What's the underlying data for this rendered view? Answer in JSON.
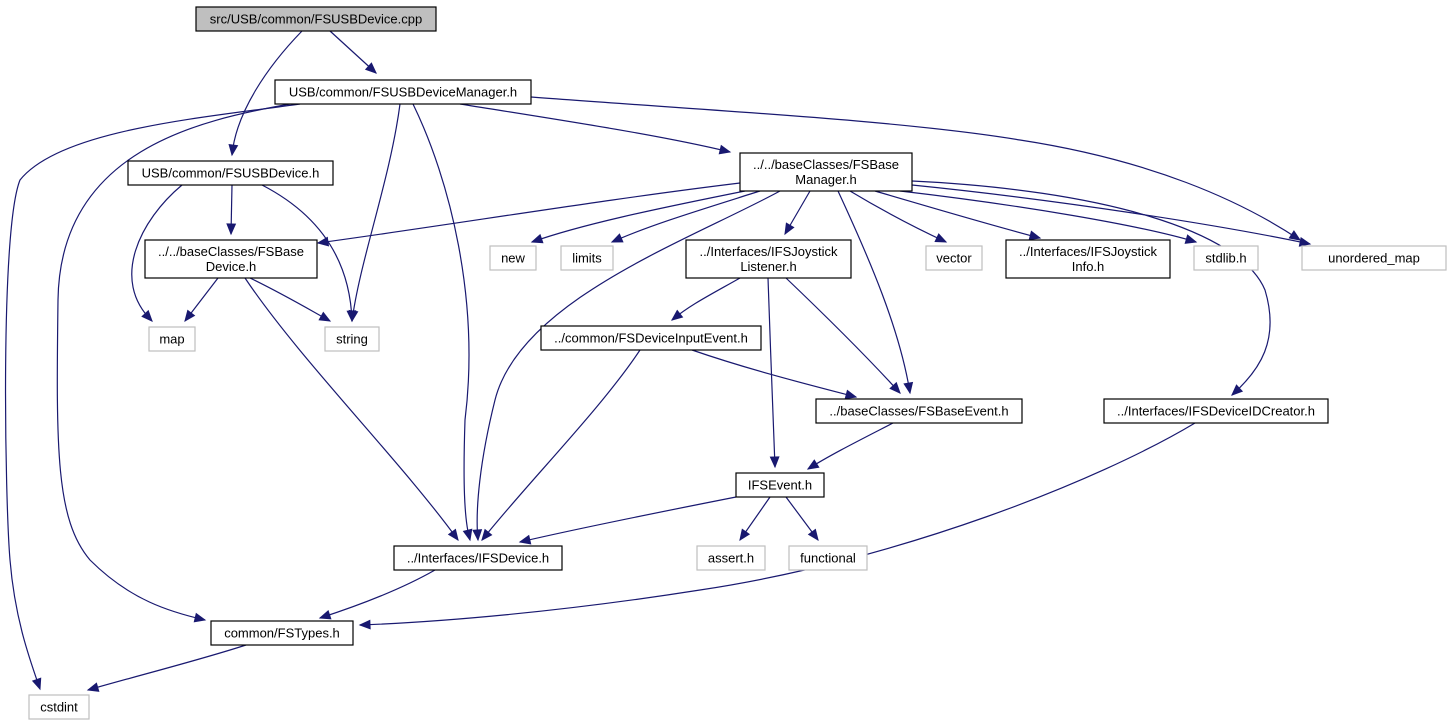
{
  "diagram": {
    "edge_color": "#191970",
    "nodes": [
      {
        "id": "root",
        "kind": "root",
        "lines": [
          "src/USB/common/FSUSBDevice.cpp"
        ]
      },
      {
        "id": "mgr",
        "kind": "main",
        "lines": [
          "USB/common/FSUSBDeviceManager.h"
        ]
      },
      {
        "id": "usbdev",
        "kind": "main",
        "lines": [
          "USB/common/FSUSBDevice.h"
        ]
      },
      {
        "id": "basemgr",
        "kind": "main",
        "lines": [
          "../../baseClasses/FSBase",
          "Manager.h"
        ]
      },
      {
        "id": "basedev",
        "kind": "main",
        "lines": [
          "../../baseClasses/FSBase",
          "Device.h"
        ]
      },
      {
        "id": "new",
        "kind": "sys",
        "lines": [
          "new"
        ]
      },
      {
        "id": "limits",
        "kind": "sys",
        "lines": [
          "limits"
        ]
      },
      {
        "id": "joylist",
        "kind": "main",
        "lines": [
          "../Interfaces/IFSJoystick",
          "Listener.h"
        ]
      },
      {
        "id": "vector",
        "kind": "sys",
        "lines": [
          "vector"
        ]
      },
      {
        "id": "joyinfo",
        "kind": "main",
        "lines": [
          "../Interfaces/IFSJoystick",
          "Info.h"
        ]
      },
      {
        "id": "stdlib",
        "kind": "sys",
        "lines": [
          "stdlib.h"
        ]
      },
      {
        "id": "umap",
        "kind": "sys",
        "lines": [
          "unordered_map"
        ]
      },
      {
        "id": "map",
        "kind": "sys",
        "lines": [
          "map"
        ]
      },
      {
        "id": "string",
        "kind": "sys",
        "lines": [
          "string"
        ]
      },
      {
        "id": "devinput",
        "kind": "main",
        "lines": [
          "../common/FSDeviceInputEvent.h"
        ]
      },
      {
        "id": "baseevent",
        "kind": "main",
        "lines": [
          "../baseClasses/FSBaseEvent.h"
        ]
      },
      {
        "id": "idcreator",
        "kind": "main",
        "lines": [
          "../Interfaces/IFSDeviceIDCreator.h"
        ]
      },
      {
        "id": "ifsevent",
        "kind": "main",
        "lines": [
          "IFSEvent.h"
        ]
      },
      {
        "id": "ifsdevice",
        "kind": "main",
        "lines": [
          "../Interfaces/IFSDevice.h"
        ]
      },
      {
        "id": "assert",
        "kind": "sys",
        "lines": [
          "assert.h"
        ]
      },
      {
        "id": "functional",
        "kind": "sys",
        "lines": [
          "functional"
        ]
      },
      {
        "id": "types",
        "kind": "main",
        "lines": [
          "common/FSTypes.h"
        ]
      },
      {
        "id": "cstdint",
        "kind": "sys",
        "lines": [
          "cstdint"
        ]
      }
    ],
    "edges": [
      [
        "root",
        "mgr"
      ],
      [
        "root",
        "usbdev"
      ],
      [
        "mgr",
        "cstdint"
      ],
      [
        "mgr",
        "types"
      ],
      [
        "mgr",
        "string"
      ],
      [
        "mgr",
        "ifsdevice"
      ],
      [
        "mgr",
        "basemgr"
      ],
      [
        "mgr",
        "umap"
      ],
      [
        "usbdev",
        "map"
      ],
      [
        "usbdev",
        "basedev"
      ],
      [
        "usbdev",
        "string"
      ],
      [
        "basemgr",
        "basedev"
      ],
      [
        "basemgr",
        "new"
      ],
      [
        "basemgr",
        "limits"
      ],
      [
        "basemgr",
        "ifsdevice"
      ],
      [
        "basemgr",
        "joylist"
      ],
      [
        "basemgr",
        "baseevent"
      ],
      [
        "basemgr",
        "vector"
      ],
      [
        "basemgr",
        "joyinfo"
      ],
      [
        "basemgr",
        "stdlib"
      ],
      [
        "basemgr",
        "umap"
      ],
      [
        "basemgr",
        "idcreator"
      ],
      [
        "basedev",
        "map"
      ],
      [
        "basedev",
        "string"
      ],
      [
        "basedev",
        "ifsdevice"
      ],
      [
        "joylist",
        "devinput"
      ],
      [
        "joylist",
        "ifsevent"
      ],
      [
        "joylist",
        "baseevent"
      ],
      [
        "devinput",
        "baseevent"
      ],
      [
        "devinput",
        "ifsdevice"
      ],
      [
        "baseevent",
        "ifsevent"
      ],
      [
        "idcreator",
        "types"
      ],
      [
        "ifsevent",
        "ifsdevice"
      ],
      [
        "ifsevent",
        "assert"
      ],
      [
        "ifsevent",
        "functional"
      ],
      [
        "ifsdevice",
        "types"
      ],
      [
        "types",
        "cstdint"
      ]
    ]
  }
}
